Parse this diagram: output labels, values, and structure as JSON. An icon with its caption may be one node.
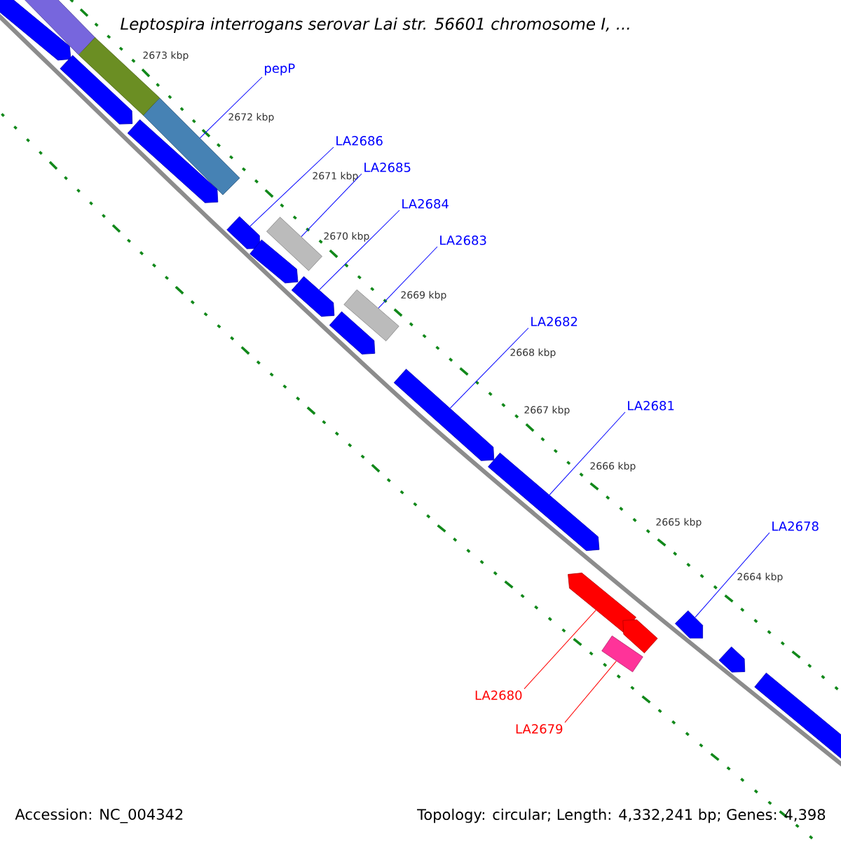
{
  "diagram": {
    "title": "Leptospira interrogans serovar Lai str. 56601 chromosome I, ...",
    "nodes": [
      {
        "text": [
          "pepP"
        ]
      },
      {
        "text": [],
        "shape": "box"
      },
      {
        "text": [
          "LA2686"
        ]
      },
      {
        "text": [],
        "shape": "pentagon"
      },
      {
        "text": [
          "LA2685"
        ]
      },
      {
        "text": [],
        "shape": "box"
      },
      {
        "text": [
          "LA2684"
        ]
      },
      {
        "text": [],
        "shape": "pentagon"
      },
      {
        "text": [
          "LA2683"
        ]
      },
      {
        "text": [],
        "shape": "box"
      },
      {
        "text": [
          "LA2682"
        ]
      },
      {
        "text": [],
        "shape": "pentagon"
      },
      {
        "text": [
          "LA2681"
        ]
      },
      {
        "text": [],
        "shape": "pentagon"
      },
      {
        "text": [
          "LA2678"
        ]
      },
      {
        "text": [],
        "shape": "pentagon"
      },
      {
        "text": [
          "LA2680"
        ]
      },
      {
        "text": [],
        "shape": "pentagon"
      },
      {
        "text": [
          "LA2679"
        ]
      },
      {
        "text": [],
        "shape": "box"
      },
      {
        "text": [],
        "shape": "pentagon"
      },
      {
        "text": [],
        "shape": "box"
      },
      {
        "text": [],
        "shape": "pentagon"
      },
      {
        "text": [],
        "shape": "box"
      },
      {
        "text": [],
        "shape": "pentagon"
      },
      {
        "text": [],
        "shape": "pentagon"
      },
      {
        "text": [],
        "shape": "pentagon"
      },
      {
        "text": [],
        "shape": "pentagon"
      },
      {
        "text": [],
        "shape": "pentagon"
      },
      {
        "text": [],
        "shape": "pentagon"
      }
    ],
    "edges": [
      {
        "from": 0,
        "to": 1,
        "arrow": "none"
      },
      {
        "from": 2,
        "to": 3,
        "arrow": "none"
      },
      {
        "from": 4,
        "to": 5,
        "arrow": "none"
      },
      {
        "from": 6,
        "to": 7,
        "arrow": "none"
      },
      {
        "from": 8,
        "to": 9,
        "arrow": "none"
      },
      {
        "from": 10,
        "to": 11,
        "arrow": "none"
      },
      {
        "from": 12,
        "to": 13,
        "arrow": "none"
      },
      {
        "from": 14,
        "to": 15,
        "arrow": "none"
      },
      {
        "from": 16,
        "to": 17,
        "arrow": "none",
        "color": "#ff0000"
      },
      {
        "from": 18,
        "to": 19,
        "arrow": "none",
        "color": "#ff0000"
      }
    ],
    "labels": [
      "2673 kbp",
      "2672 kbp",
      "2671 kbp",
      "2670 kbp",
      "2669 kbp",
      "2668 kbp",
      "2667 kbp",
      "2666 kbp",
      "2665 kbp",
      "2664 kbp",
      "Accession: NC_004342",
      "Topology: circular; Length: 4,332,241 bp; Genes: 4,398"
    ]
  }
}
